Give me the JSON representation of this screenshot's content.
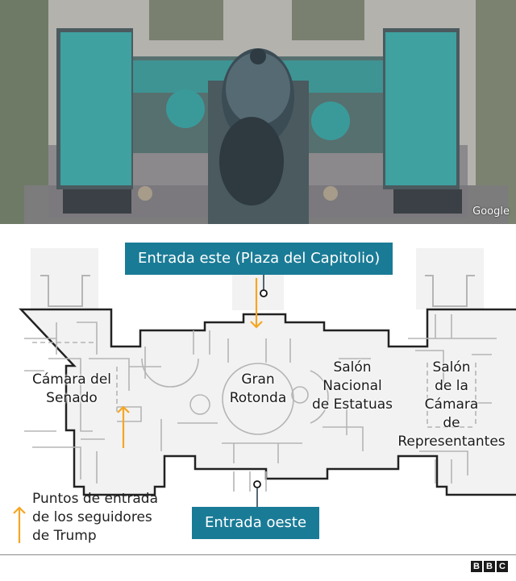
{
  "photo": {
    "description": "Aerial satellite view of the US Capitol building",
    "attribution": "Google"
  },
  "entrances": {
    "east": "Entrada este (Plaza del Capitolio)",
    "west": "Entrada oeste"
  },
  "rooms": {
    "senate": [
      "Cámara del",
      "Senado"
    ],
    "rotunda": [
      "Gran",
      "Rotonda"
    ],
    "statuary": [
      "Salón",
      "Nacional",
      "de Estatuas"
    ],
    "house": [
      "Salón",
      "de la",
      "Cámara",
      "de",
      "Representantes"
    ]
  },
  "legend": {
    "lines": [
      "Puntos de entrada",
      "de los seguidores",
      "de Trump"
    ],
    "arrow_color": "#f5a623"
  },
  "colors": {
    "label_box": "#1a7b96",
    "wall": "#222222",
    "floor": "#f2f2f2",
    "inner_wall": "#b5b5b5",
    "arrow": "#f5a623"
  },
  "footer": {
    "logo": [
      "B",
      "B",
      "C"
    ]
  }
}
